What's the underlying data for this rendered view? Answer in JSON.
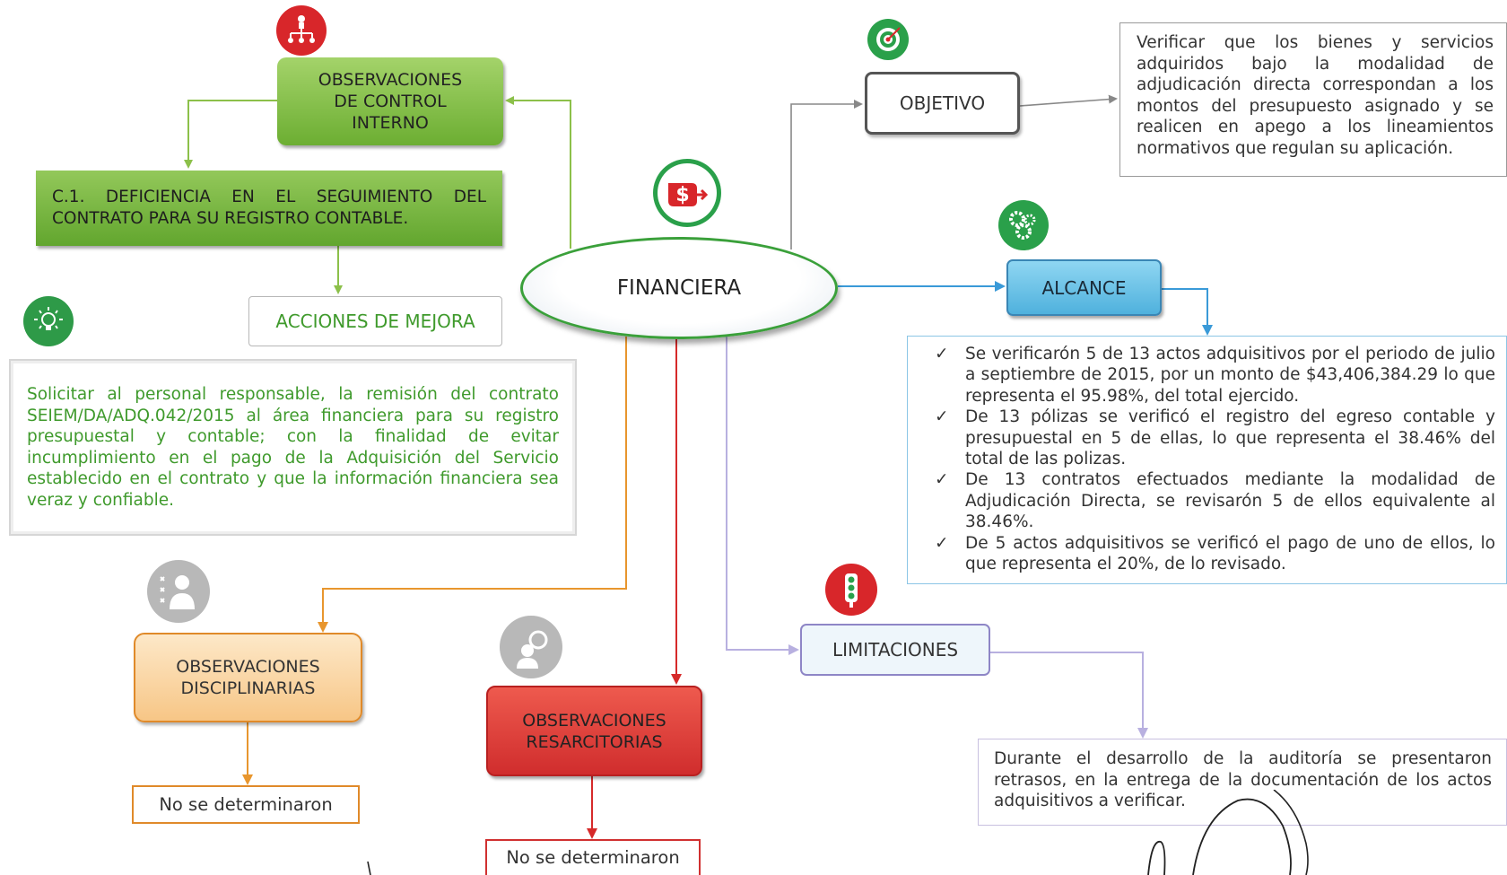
{
  "center": {
    "label": "FINANCIERA"
  },
  "observaciones_control_interno": {
    "label_line1": "OBSERVACIONES",
    "label_line2": "DE CONTROL",
    "label_line3": "INTERNO",
    "finding": "C.1. DEFICIENCIA EN EL SEGUIMIENTO DEL CONTRATO PARA SU REGISTRO CONTABLE.",
    "acciones_label": "ACCIONES DE MEJORA",
    "acciones_text": "Solicitar al personal responsable, la remisión del contrato SEIEM/DA/ADQ.042/2015 al área financiera para su registro presupuestal y contable; con la finalidad de evitar incumplimiento en el pago de la Adquisición del Servicio establecido en el contrato y que la información financiera sea veraz y confiable."
  },
  "objetivo": {
    "label": "OBJETIVO",
    "text": "Verificar que los bienes y servicios adquiridos bajo la modalidad de adjudicación directa correspondan a los montos del presupuesto asignado y se realicen en apego a los lineamientos normativos que regulan su aplicación."
  },
  "alcance": {
    "label": "ALCANCE",
    "items": [
      "Se verificarón 5 de 13 actos adquisitivos por el periodo de julio a septiembre de 2015, por un monto de $43,406,384.29 lo que representa el 95.98%, del total ejercido.",
      "De 13 pólizas se verificó el registro del egreso contable y presupuestal en 5 de ellas, lo que representa el 38.46% del total de las polizas.",
      "De 13 contratos efectuados mediante la modalidad de Adjudicación Directa, se revisarón 5 de ellos equivalente al 38.46%.",
      "De 5 actos adquisitivos se verificó el pago de uno de ellos, lo que representa el 20%, de lo revisado."
    ]
  },
  "limitaciones": {
    "label": "LIMITACIONES",
    "text": "Durante el desarrollo de la auditoría se presentaron retrasos, en la entrega de la documentación de los actos adquisitivos a verificar."
  },
  "observaciones_disciplinarias": {
    "label_line1": "OBSERVACIONES",
    "label_line2": "DISCIPLINARIAS",
    "result": "No se determinaron"
  },
  "observaciones_resarcitorias": {
    "label_line1": "OBSERVACIONES",
    "label_line2": "RESARCITORIAS",
    "result": "No se determinaron"
  },
  "icons": {
    "control_interno": "org-chart-icon",
    "mejora": "lightbulb-icon",
    "financiera": "hand-money-icon",
    "objetivo": "target-icon",
    "alcance": "gears-icon",
    "limitaciones": "traffic-light-icon",
    "disciplinarias": "person-icon",
    "resarcitorias": "magnifier-person-icon"
  },
  "colors": {
    "green": "#6cae32",
    "blue": "#4fb1dd",
    "purple": "#8e86c6",
    "orange": "#e08a2a",
    "red": "#d02d2d",
    "gray": "#777777"
  }
}
